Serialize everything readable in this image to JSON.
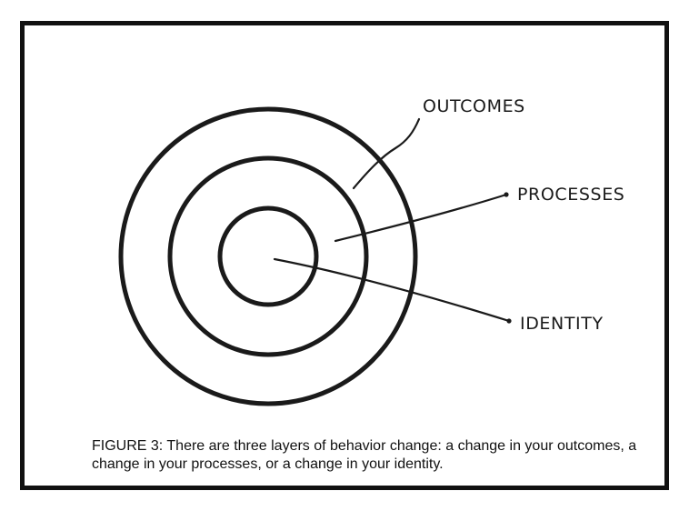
{
  "figure": {
    "layers": [
      {
        "id": "outcomes",
        "label": "OUTCOMES"
      },
      {
        "id": "processes",
        "label": "PROCESSES"
      },
      {
        "id": "identity",
        "label": "IDENTITY"
      }
    ],
    "caption": "FIGURE 3: There are three layers of behavior change: a change in your outcomes, a change in your processes, or a change in your identity."
  },
  "colors": {
    "ink": "#1a1a1a",
    "background": "#ffffff"
  }
}
